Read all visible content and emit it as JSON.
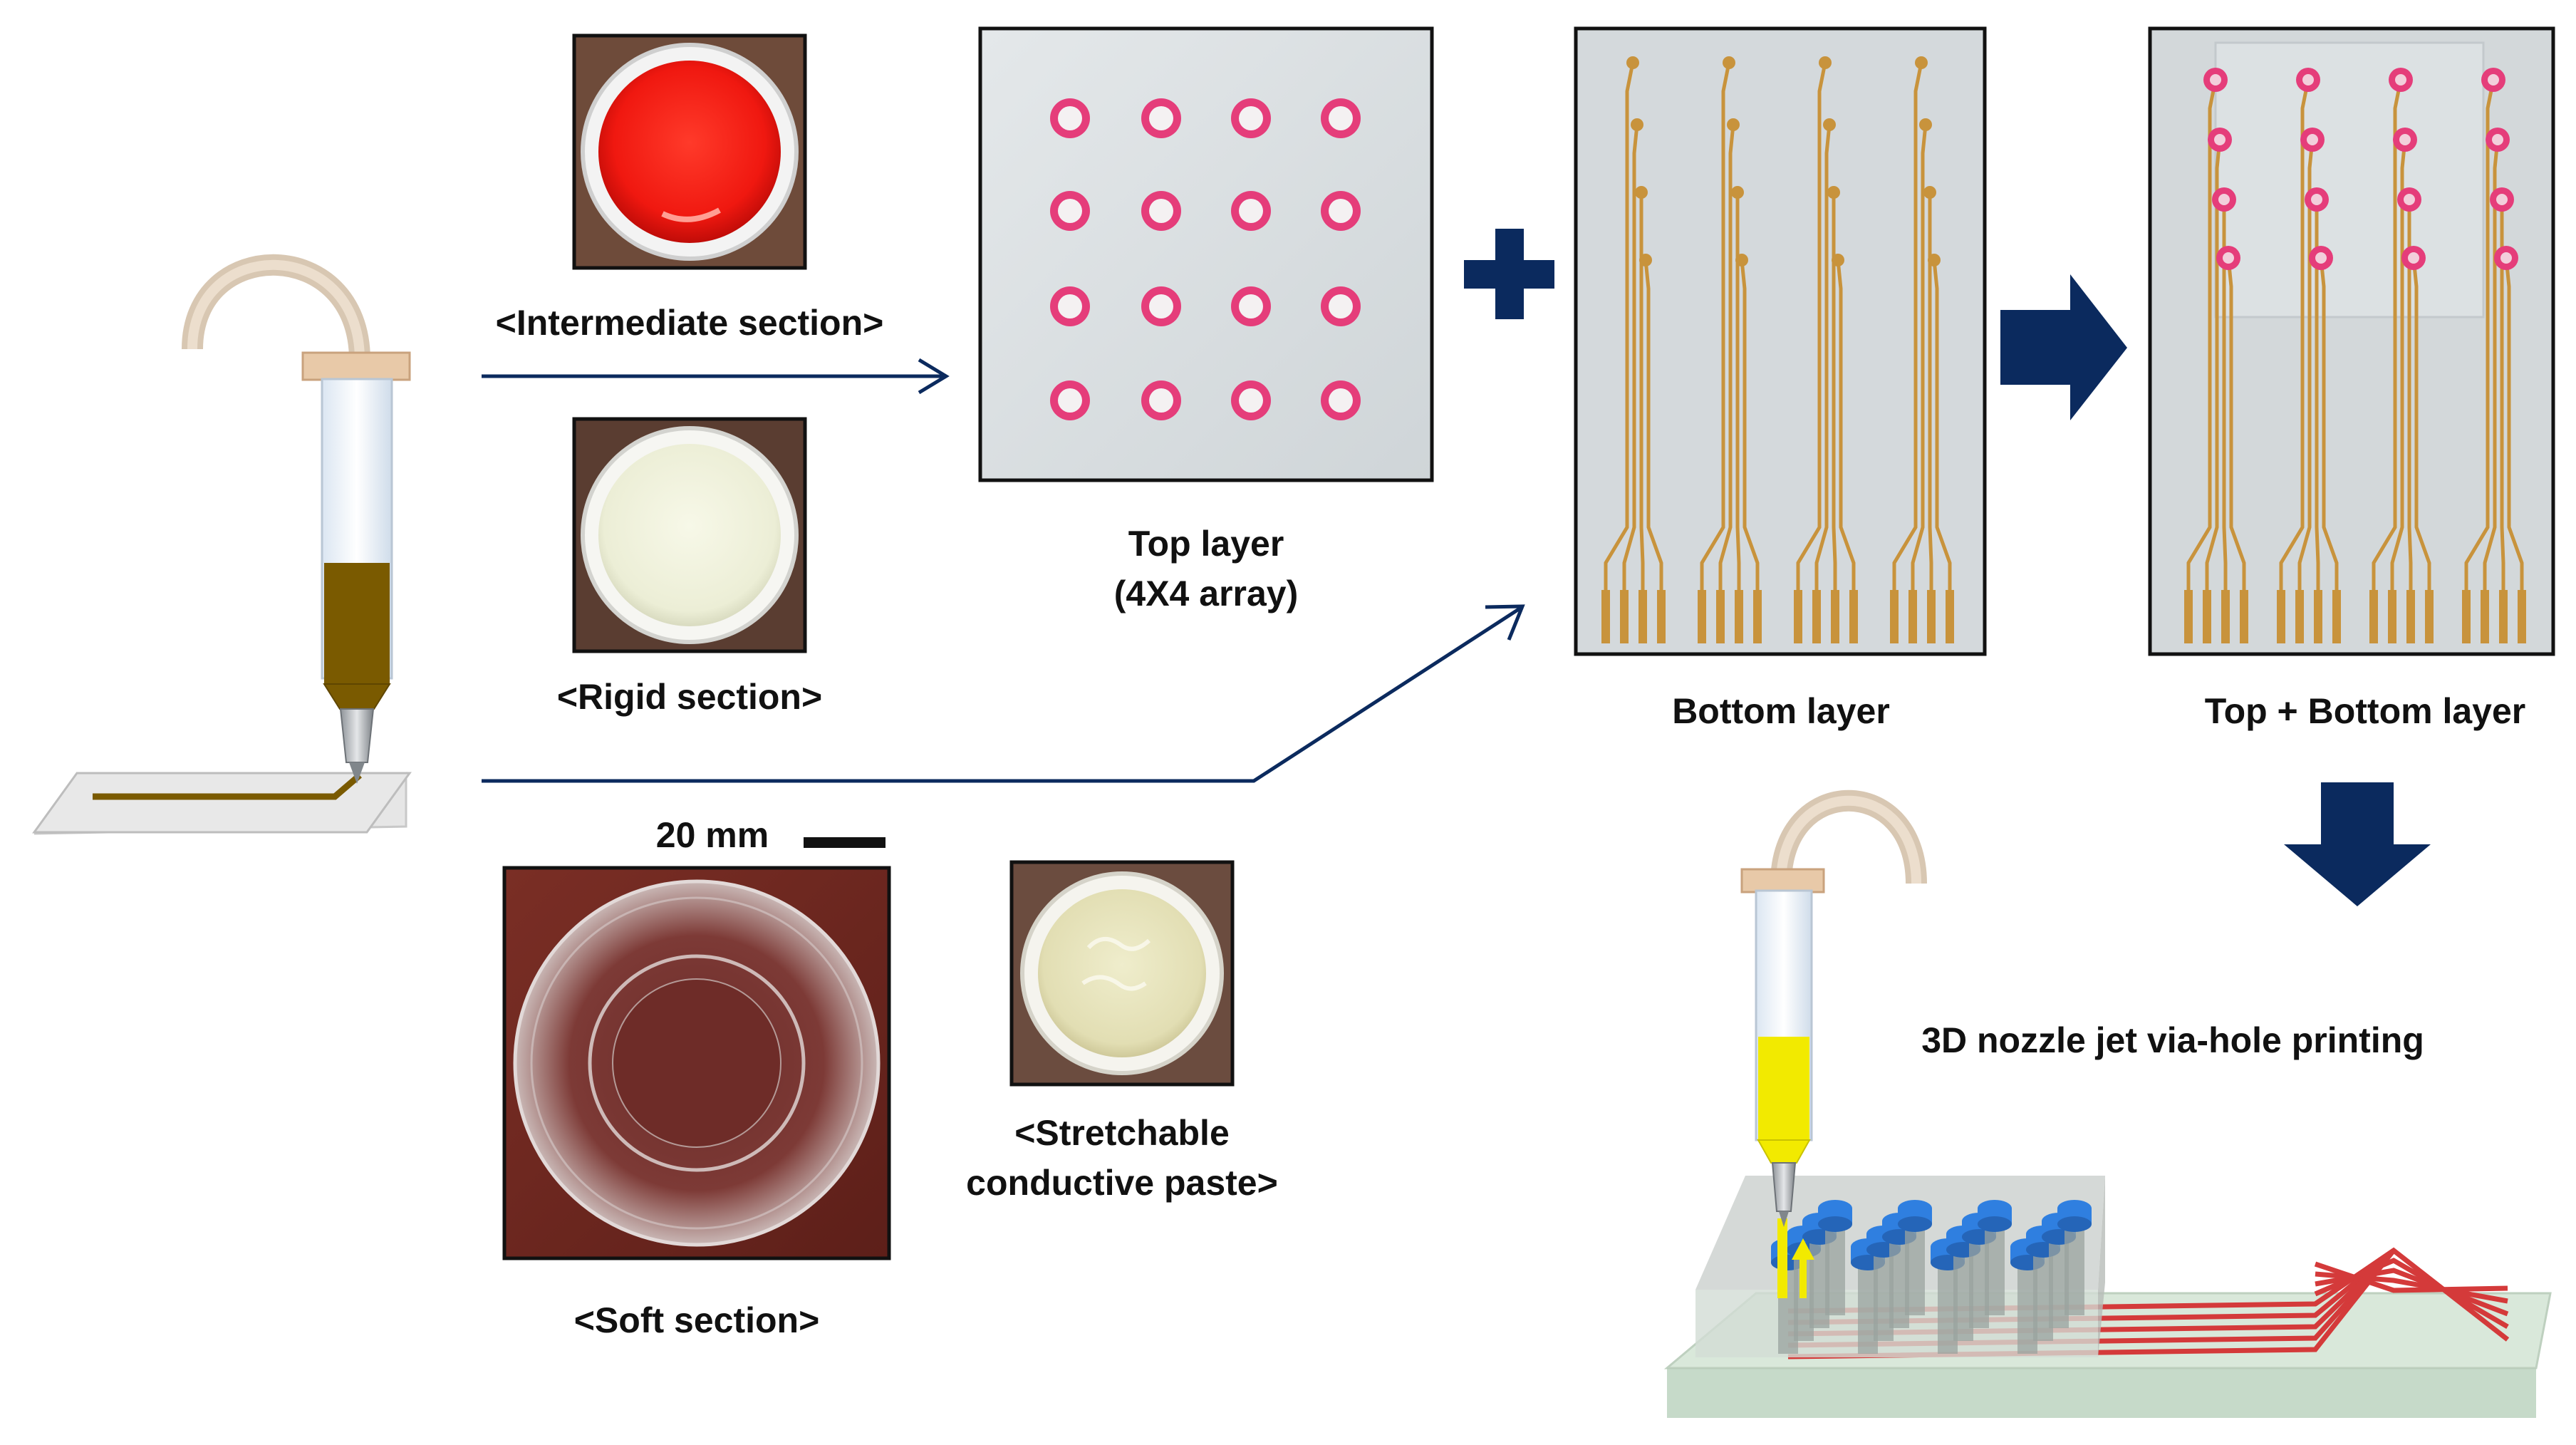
{
  "labels": {
    "intermediate_section": "<Intermediate section>",
    "rigid_section": "<Rigid section>",
    "soft_section": "<Soft section>",
    "paste_line1": "<Stretchable",
    "paste_line2": "conductive paste>",
    "top_layer_line1": "Top layer",
    "top_layer_line2": "(4X4 array)",
    "bottom_layer": "Bottom layer",
    "top_bottom_layer": "Top + Bottom layer",
    "nozzle_printing": "3D nozzle jet via-hole printing",
    "scale_bar": "20 mm"
  },
  "colors": {
    "arrow_navy": "#0b2a5e",
    "intermediate_material": "#f5201a",
    "rigid_material": "#f2f3de",
    "paste_material": "#e8e5bf",
    "syringe_fill_paste": "#7a5a00",
    "syringe_fill_yellow": "#f2ea00",
    "pad_pink": "#e53d7a",
    "trace_gold": "#c8933c",
    "trace_red": "#d43a3a",
    "via_blue": "#2f7fe0"
  },
  "icons": [
    "arrow-right-icon",
    "plus-icon",
    "arrow-down-icon",
    "syringe-icon"
  ]
}
